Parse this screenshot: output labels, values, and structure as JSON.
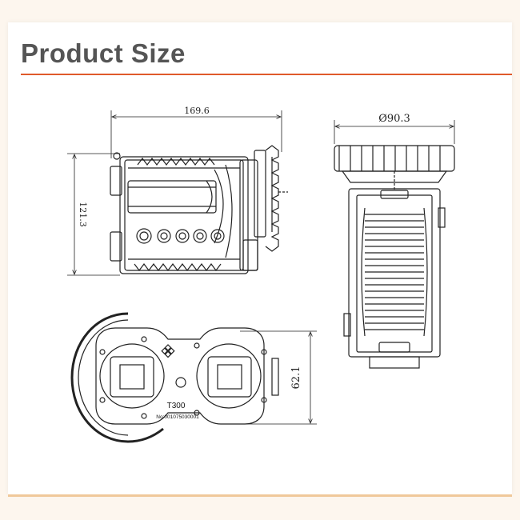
{
  "header": {
    "title": "Product Size"
  },
  "dimensions": {
    "length": "169.6",
    "height": "121.3",
    "diameter": "Ø90.3",
    "depth": "62.1"
  },
  "nameplate": {
    "model": "T300",
    "serial": "No:001075030001"
  },
  "colors": {
    "accent": "#e05a2b",
    "title": "#555555",
    "background": "#fdf6ee"
  }
}
